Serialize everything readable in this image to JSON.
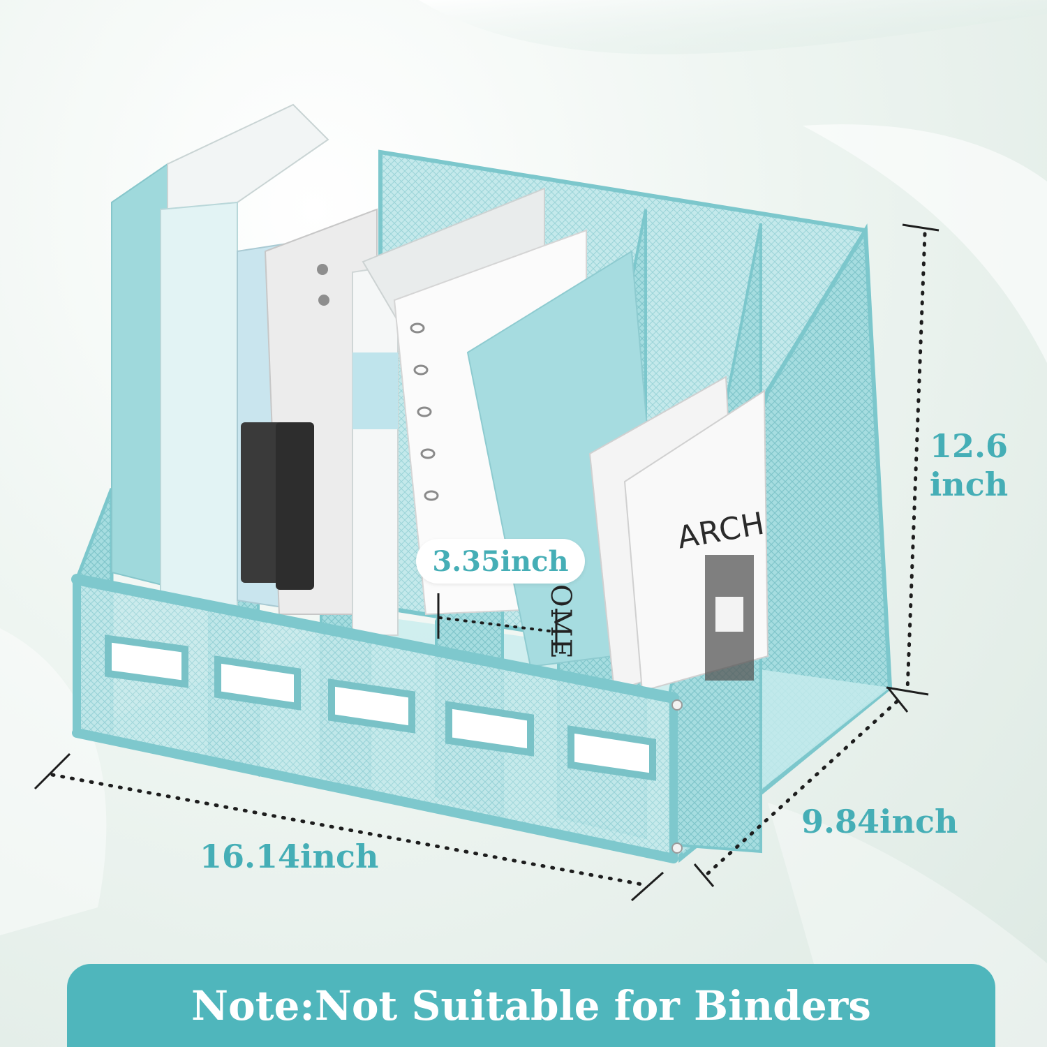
{
  "labels": {
    "height": "12.6 inch",
    "depth": "9.84inch",
    "width": "16.14inch",
    "slot_width": "3.35inch"
  },
  "note": {
    "text": "Note:Not Suitable for Binders"
  },
  "book_cover_texts": {
    "spine": "HOME",
    "cover": "ARCH"
  },
  "colors": {
    "organizer_blue": "#8fd3d6",
    "dimension_text": "#45aeb6",
    "banner": "#4fb6bc"
  }
}
